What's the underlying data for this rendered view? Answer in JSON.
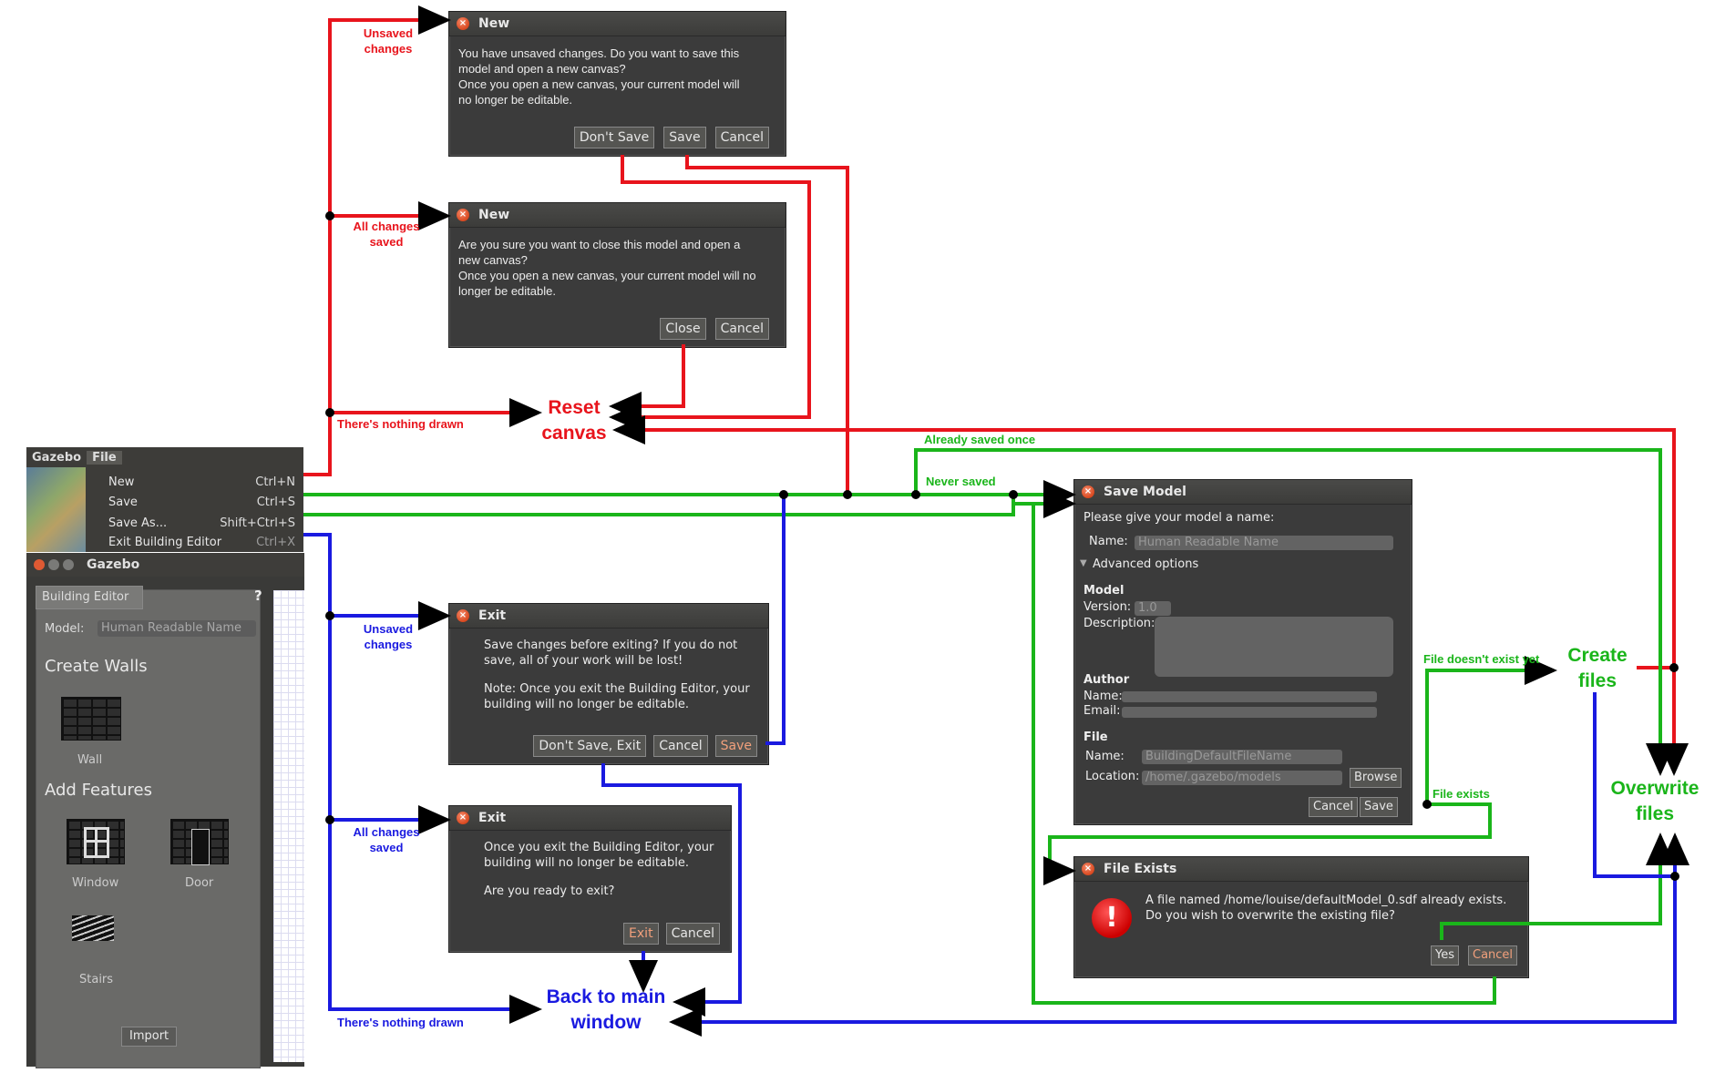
{
  "colors": {
    "red": "#e8141c",
    "green": "#1ab51a",
    "blue": "#1a1ae0"
  },
  "menubar": {
    "app": "Gazebo",
    "file": "File"
  },
  "file_menu": [
    {
      "label": "New",
      "shortcut": "Ctrl+N"
    },
    {
      "label": "Save",
      "shortcut": "Ctrl+S"
    },
    {
      "label": "Save As...",
      "shortcut": "Shift+Ctrl+S"
    },
    {
      "label": "Exit Building Editor",
      "shortcut": "Ctrl+X"
    }
  ],
  "gazebo_window": {
    "title": "Gazebo",
    "tab": "Building Editor",
    "help": "?",
    "model_label": "Model:",
    "model_placeholder": "Human Readable Name",
    "create_walls": "Create Walls",
    "wall": "Wall",
    "add_features": "Add Features",
    "window": "Window",
    "door": "Door",
    "stairs": "Stairs",
    "import": "Import"
  },
  "dialog_new_unsaved": {
    "title": "New",
    "lines": [
      "You have unsaved changes. Do you want to save this",
      "model and open a new canvas?",
      "Once you open a new canvas, your current model will",
      "no longer be editable."
    ],
    "buttons": [
      "Don't Save",
      "Save",
      "Cancel"
    ]
  },
  "dialog_new_saved": {
    "title": "New",
    "lines": [
      "Are you sure you want to close this model and open a",
      "new canvas?",
      "Once you open a new canvas, your current model will no",
      "longer be editable."
    ],
    "buttons": [
      "Close",
      "Cancel"
    ]
  },
  "dialog_exit_unsaved": {
    "title": "Exit",
    "lines": [
      "Save changes before exiting? If you do not",
      "save, all of your work will be lost!",
      "",
      "Note: Once you exit the Building Editor, your",
      "building will no longer be editable."
    ],
    "buttons": [
      "Don't Save, Exit",
      "Cancel",
      "Save"
    ]
  },
  "dialog_exit_saved": {
    "title": "Exit",
    "lines": [
      "Once you exit the Building Editor, your",
      "building will no longer be editable.",
      "",
      "Are you ready to exit?"
    ],
    "buttons": [
      "Exit",
      "Cancel"
    ]
  },
  "dialog_save_model": {
    "title": "Save Model",
    "prompt": "Please give your model a name:",
    "name_label": "Name:",
    "name_placeholder": "Human Readable Name",
    "advanced": "Advanced options",
    "model_heading": "Model",
    "version_label": "Version:",
    "version_value": "1.0",
    "description_label": "Description:",
    "author_heading": "Author",
    "author_name_label": "Name:",
    "author_email_label": "Email:",
    "file_heading": "File",
    "file_name_label": "Name:",
    "file_name_value": "BuildingDefaultFileName",
    "location_label": "Location:",
    "location_value": "/home/.gazebo/models",
    "browse": "Browse",
    "cancel": "Cancel",
    "save": "Save"
  },
  "dialog_file_exists": {
    "title": "File Exists",
    "line1": "A file named /home/louise/defaultModel_0.sdf already exists.",
    "line2": "Do you wish to overwrite the existing file?",
    "yes": "Yes",
    "cancel": "Cancel"
  },
  "labels": {
    "unsaved_changes_red": [
      "Unsaved",
      "changes"
    ],
    "all_changes_saved_red": [
      "All changes",
      "saved"
    ],
    "nothing_drawn_red": "There's nothing drawn",
    "reset_canvas": [
      "Reset",
      "canvas"
    ],
    "already_saved_once": "Already saved once",
    "never_saved": "Never saved",
    "unsaved_changes_blue": [
      "Unsaved",
      "changes"
    ],
    "all_changes_saved_blue": [
      "All changes",
      "saved"
    ],
    "nothing_drawn_blue": "There's nothing drawn",
    "back_to_main": [
      "Back to main",
      "window"
    ],
    "file_doesnt_exist": "File doesn't exist yet",
    "file_exists": "File exists",
    "create_files": [
      "Create",
      "files"
    ],
    "overwrite_files": [
      "Overwrite",
      "files"
    ]
  }
}
